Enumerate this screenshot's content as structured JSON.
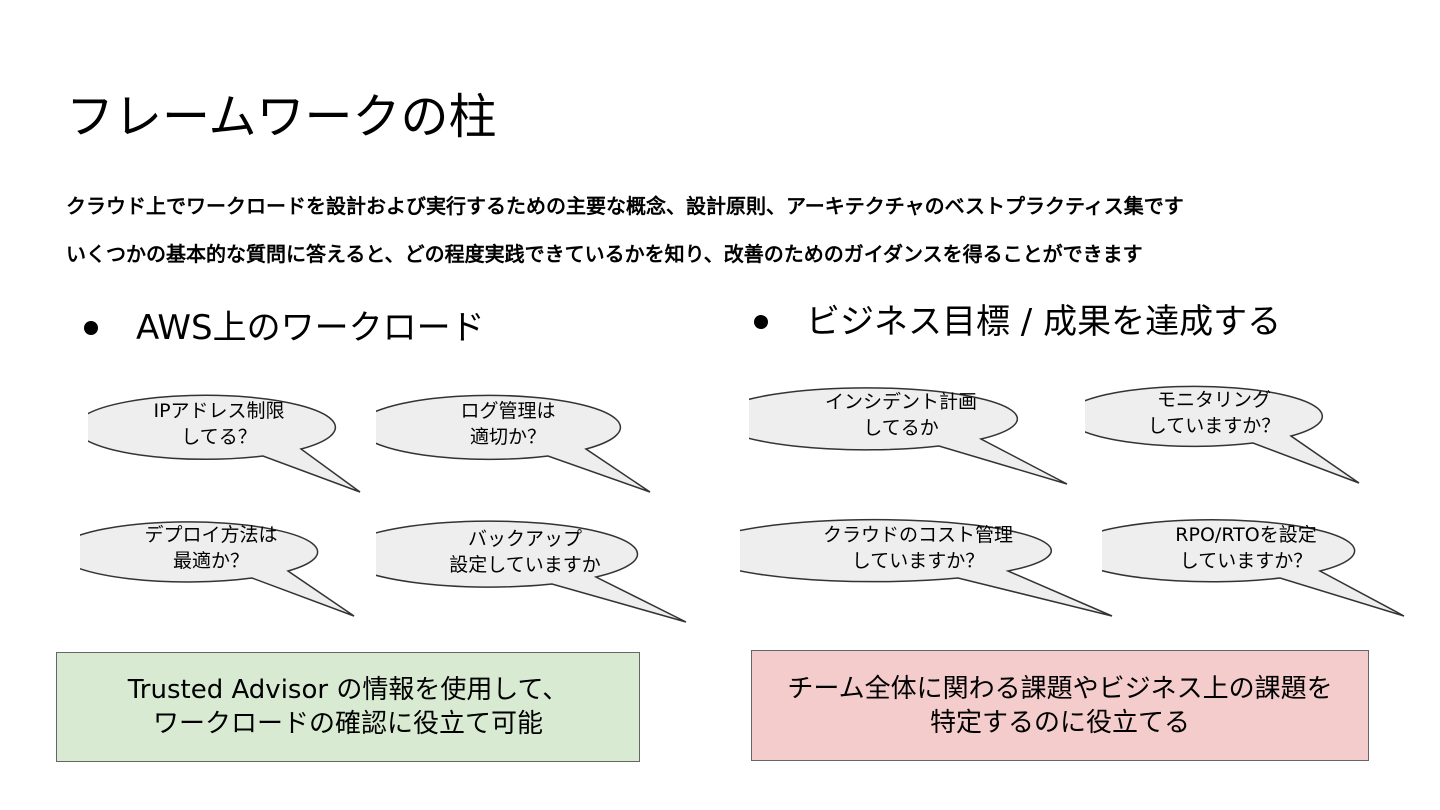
{
  "slide": {
    "title": "フレームワークの柱",
    "description": [
      "クラウド上でワークロードを設計および実行するための主要な概念、設計原則、アーキテクチャのベストプラクティス集です",
      "いくつかの基本的な質問に答えると、どの程度実践できているかを知り、改善のためのガイダンスを得ることができます"
    ]
  },
  "left": {
    "heading": "AWS上のワークロード",
    "bubbles": [
      {
        "line1": "IPアドレス制限",
        "line2": "してる？"
      },
      {
        "line1": "ログ管理は",
        "line2": "適切か？"
      },
      {
        "line1": "デプロイ方法は",
        "line2": "最適か？"
      },
      {
        "line1": "バックアップ",
        "line2": "設定していますか"
      }
    ],
    "box": {
      "line1": "Trusted Advisor の情報を使用して、",
      "line2": "ワークロードの確認に役立て可能",
      "color": "#d9ead3"
    }
  },
  "right": {
    "heading": "ビジネス目標 / 成果を達成する",
    "bubbles": [
      {
        "line1": "インシデント計画",
        "line2": "してるか"
      },
      {
        "line1": "モニタリング",
        "line2": "していますか？"
      },
      {
        "line1": "クラウドのコスト管理",
        "line2": "していますか？"
      },
      {
        "line1": "RPO/RTOを設定",
        "line2": "していますか？"
      }
    ],
    "box": {
      "line1": "チーム全体に関わる課題やビジネス上の課題を",
      "line2": "特定するのに役立てる",
      "color": "#f4cccc"
    }
  },
  "colors": {
    "bubble_fill": "#eeeeee",
    "bubble_stroke": "#333333"
  }
}
